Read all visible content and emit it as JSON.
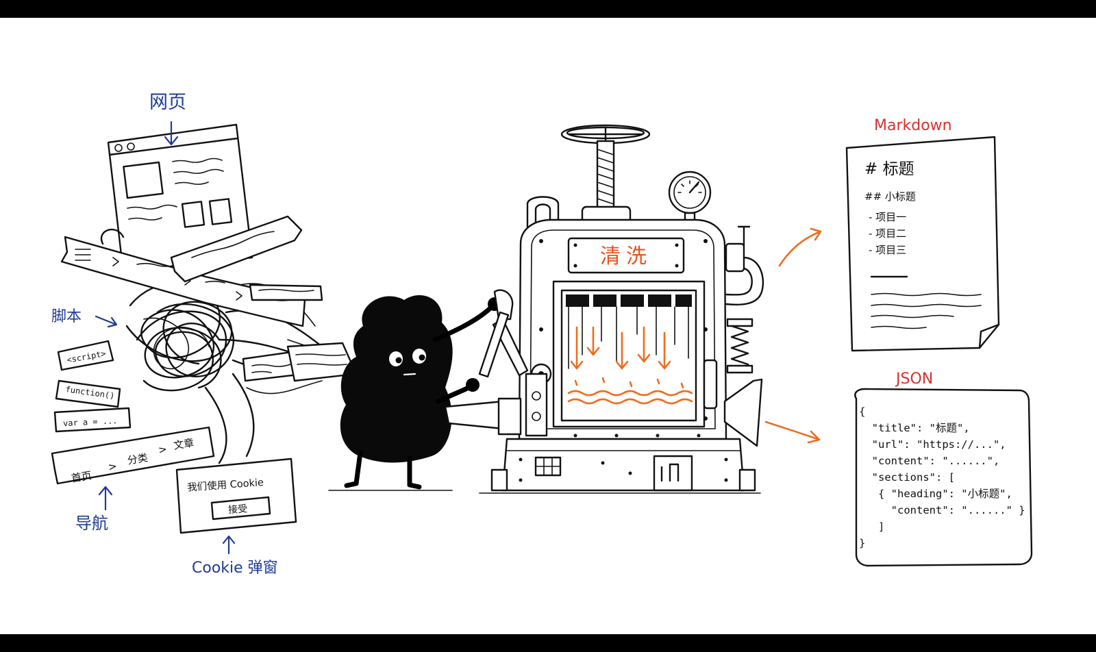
{
  "labels": {
    "webpage": "网页",
    "script": "脚本",
    "nav": "导航",
    "cookie_popup": "Cookie 弹窗",
    "markdown": "Markdown",
    "json": "JSON",
    "machine": "清洗"
  },
  "scraps": {
    "script_tag": "<script>",
    "function": "function()",
    "var": "var a = ...",
    "breadcrumb": [
      "首页",
      ">",
      "分类",
      ">",
      "文章"
    ]
  },
  "cookie": {
    "text": "我们使用 Cookie",
    "button": "接受"
  },
  "markdown_doc": {
    "h1": "# 标题",
    "h2": "## 小标题",
    "items": [
      "- 项目一",
      "- 项目二",
      "- 项目三"
    ]
  },
  "json_doc": {
    "lines": [
      "{",
      "  \"title\": \"标题\",",
      "  \"url\": \"https://...\",",
      "  \"content\": \"......\",",
      "  \"sections\": [",
      "   { \"heading\": \"小标题\",",
      "     \"content\": \"......\" }",
      "   ]",
      "}"
    ]
  },
  "colors": {
    "label_blue": "#1f3a93",
    "accent_orange": "#ef6c1e",
    "title_red": "#d93030",
    "ink": "#111111"
  }
}
